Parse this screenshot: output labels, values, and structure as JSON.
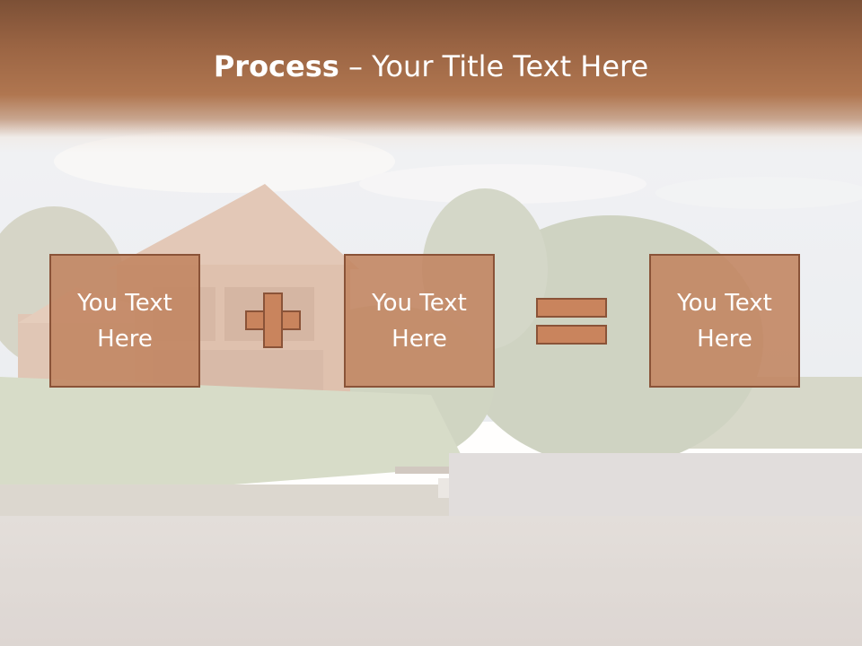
{
  "title": {
    "bold": "Process",
    "rest": " – Your Title Text Here"
  },
  "boxes": [
    {
      "line1": "You Text",
      "line2": "Here"
    },
    {
      "line1": "You Text",
      "line2": "Here"
    },
    {
      "line1": "You Text",
      "line2": "Here"
    }
  ],
  "colors": {
    "title_band": "#9a6443",
    "box_fill": "#c28663",
    "box_border": "#8a5338",
    "operator_fill": "#c9845d"
  },
  "icons": {
    "plus": "plus-icon",
    "equals": "equals-icon"
  }
}
